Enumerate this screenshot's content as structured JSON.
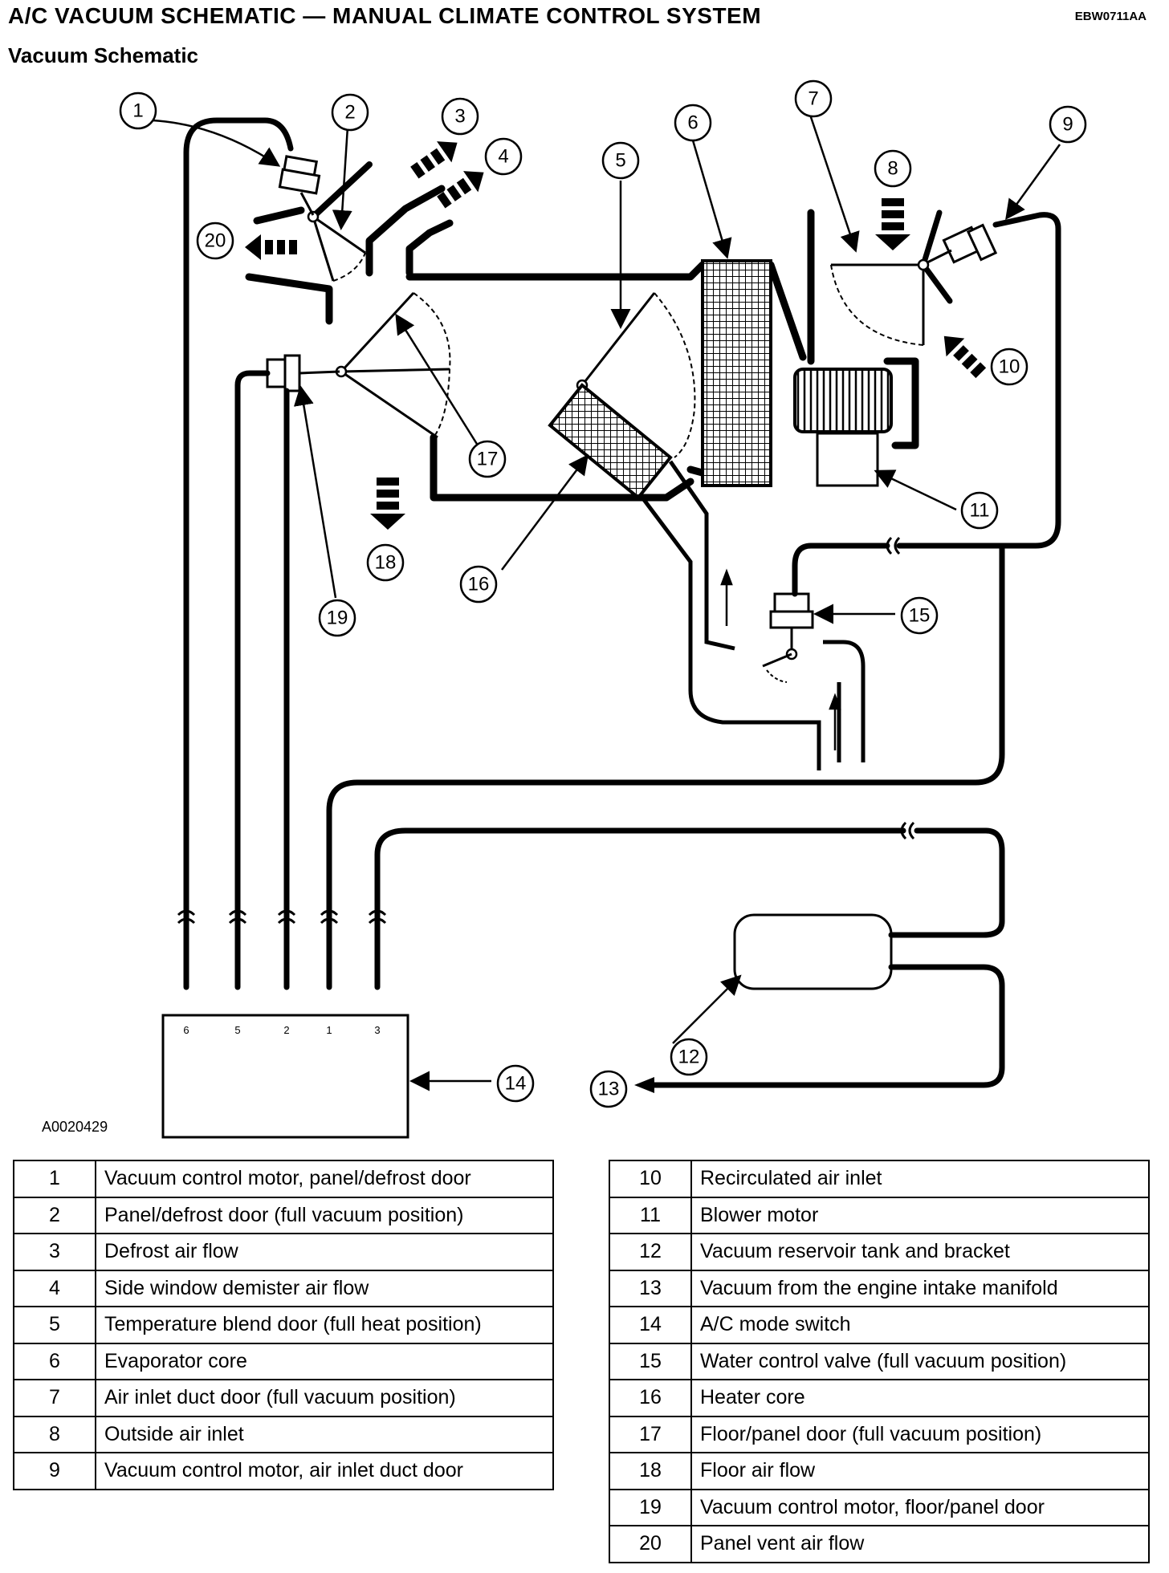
{
  "header": {
    "title": "A/C VACUUM SCHEMATIC — MANUAL CLIMATE CONTROL SYSTEM",
    "code": "EBW0711AA",
    "subtitle": "Vacuum Schematic"
  },
  "figure_id": "A0020429",
  "callouts": [
    "1",
    "2",
    "3",
    "4",
    "5",
    "6",
    "7",
    "8",
    "9",
    "10",
    "11",
    "12",
    "13",
    "14",
    "15",
    "16",
    "17",
    "18",
    "19",
    "20"
  ],
  "mode_switch_ports": [
    "6",
    "5",
    "2",
    "1",
    "3"
  ],
  "legend_left": [
    {
      "num": "1",
      "desc": "Vacuum control motor, panel/defrost door"
    },
    {
      "num": "2",
      "desc": "Panel/defrost door (full vacuum position)"
    },
    {
      "num": "3",
      "desc": "Defrost air flow"
    },
    {
      "num": "4",
      "desc": "Side window demister air flow"
    },
    {
      "num": "5",
      "desc": "Temperature blend door (full heat position)"
    },
    {
      "num": "6",
      "desc": "Evaporator core"
    },
    {
      "num": "7",
      "desc": "Air inlet duct door (full vacuum position)"
    },
    {
      "num": "8",
      "desc": "Outside air inlet"
    },
    {
      "num": "9",
      "desc": "Vacuum control motor, air inlet duct door"
    }
  ],
  "legend_right": [
    {
      "num": "10",
      "desc": "Recirculated air inlet"
    },
    {
      "num": "11",
      "desc": "Blower motor"
    },
    {
      "num": "12",
      "desc": "Vacuum reservoir tank and bracket"
    },
    {
      "num": "13",
      "desc": "Vacuum from the engine intake manifold"
    },
    {
      "num": "14",
      "desc": "A/C mode switch"
    },
    {
      "num": "15",
      "desc": "Water control valve (full vacuum position)"
    },
    {
      "num": "16",
      "desc": "Heater core"
    },
    {
      "num": "17",
      "desc": "Floor/panel door (full vacuum position)"
    },
    {
      "num": "18",
      "desc": "Floor air flow"
    },
    {
      "num": "19",
      "desc": "Vacuum control motor, floor/panel door"
    },
    {
      "num": "20",
      "desc": "Panel vent air flow"
    }
  ]
}
